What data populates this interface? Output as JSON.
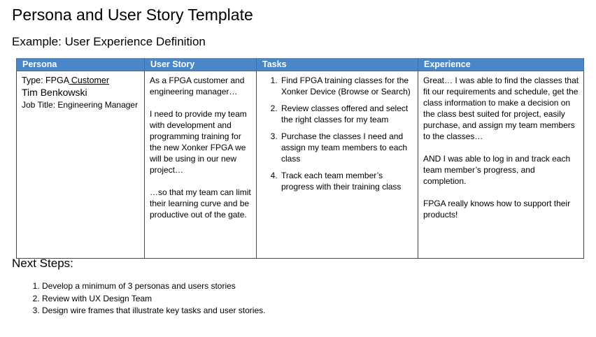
{
  "title": "Persona and User Story Template",
  "subtitle": "Example: User Experience Definition",
  "table": {
    "headers": [
      "Persona",
      "User Story",
      "Tasks",
      "Experience"
    ],
    "persona": {
      "type_label": "Type: FPGA",
      "type_value": " Customer",
      "name": "Tim Benkowski",
      "job_title": "Job Title: Engineering Manager"
    },
    "user_story": [
      "As a FPGA customer and engineering manager…",
      "I need to provide my team with development and programming training for the new Xonker FPGA we will be using in our new project…",
      "…so that my team can limit their learning curve and be productive out of the gate."
    ],
    "tasks": [
      "Find FPGA training classes for the Xonker Device (Browse or Search)",
      "Review classes offered and select the right classes for my team",
      "Purchase the classes I need and assign my team members to each class",
      "Track each team member’s progress with their training class"
    ],
    "experience": [
      "Great… I was able to find the classes that fit our requirements and schedule, get the class information to make a decision on the class best suited for project, easily purchase, and assign my team members to the classes…",
      "AND I was able to log in and track each team member’s progress, and completion.",
      "FPGA really knows how to support their products!"
    ]
  },
  "next_steps": {
    "heading": "Next Steps:",
    "items": [
      "Develop a minimum of 3 personas and users stories",
      "Review with UX Design Team",
      "Design wire frames that illustrate key tasks and user stories."
    ]
  },
  "colors": {
    "header_bg": "#4a86c8",
    "header_text": "#ffffff",
    "border": "#4a4a4a"
  }
}
